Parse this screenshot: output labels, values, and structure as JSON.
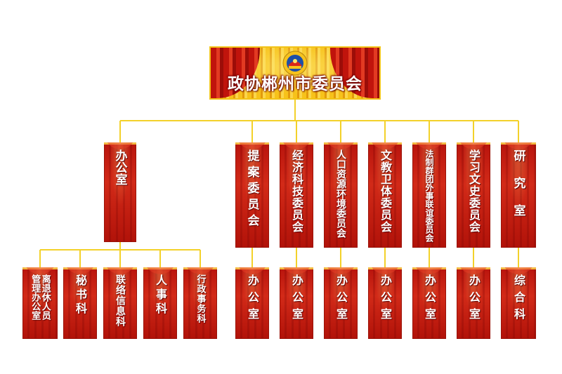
{
  "header": {
    "title": "政协郴州市委员会"
  },
  "colors": {
    "line": "#f3d12a",
    "card": "#c81e12",
    "text": "#ffffff"
  },
  "office": {
    "label": "办公室",
    "children": [
      "离退休人员管理办公室",
      "秘书科",
      "联络信息科",
      "人事科",
      "行政事务科"
    ]
  },
  "committees": [
    {
      "label": "提案委员会",
      "child": "办公室"
    },
    {
      "label": "经济科技委员会",
      "child": "办公室"
    },
    {
      "label": "人口资源环境委员会",
      "child": "办公室"
    },
    {
      "label": "文教卫体委员会",
      "child": "办公室"
    },
    {
      "label": "法制群团外事联谊委员会",
      "child": "办公室"
    },
    {
      "label": "学习文史委员会",
      "child": "办公室"
    },
    {
      "label": "研究室",
      "child": "综合科"
    }
  ]
}
